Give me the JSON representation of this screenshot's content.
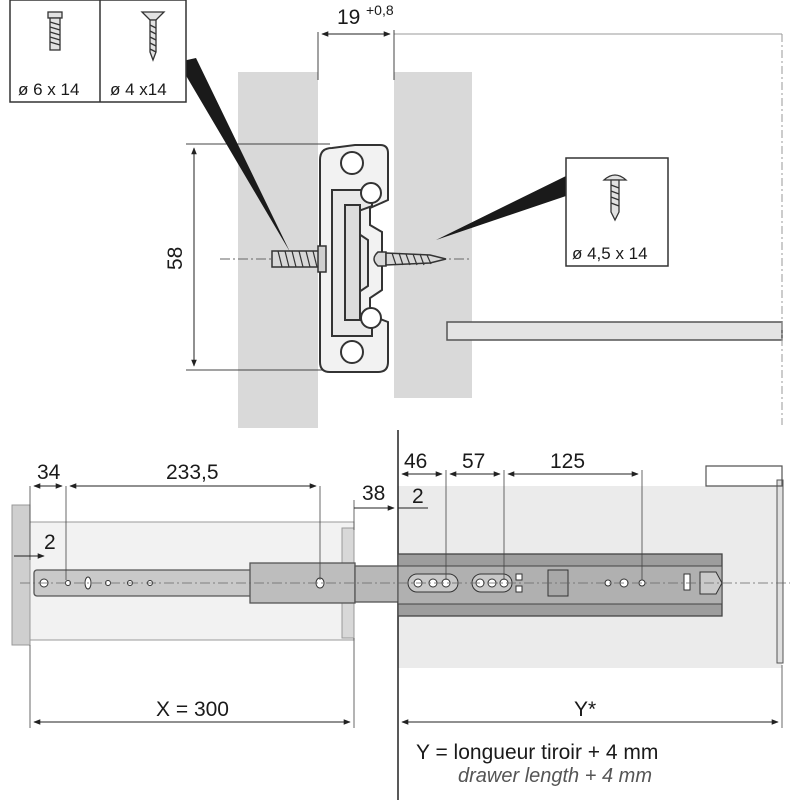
{
  "screws": {
    "side_a_1": "ø 6 x 14",
    "side_a_2": "ø 4 x14",
    "side_b": "ø 4,5 x 14"
  },
  "top_view": {
    "gap": "19",
    "gap_tolerance": "+0,8",
    "height": "58"
  },
  "side_view": {
    "d34": "34",
    "d233": "233,5",
    "d2_left": "2",
    "d38": "38",
    "d2_mid": "2",
    "d46": "46",
    "d57": "57",
    "d125": "125",
    "x_label": "X = 300",
    "y_label": "Y*"
  },
  "caption": {
    "fr": "Y = longueur tiroir + 4 mm",
    "en": "drawer length + 4 mm"
  }
}
